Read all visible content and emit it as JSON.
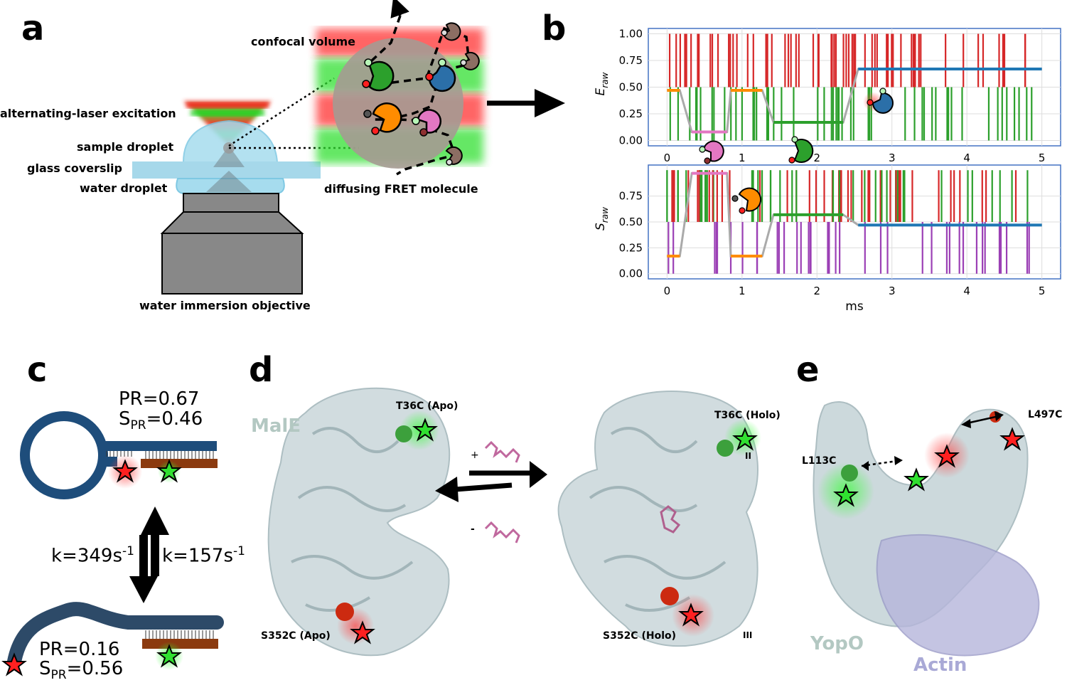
{
  "panels": {
    "a": "a",
    "b": "b",
    "c": "c",
    "d": "d",
    "e": "e"
  },
  "panel_a": {
    "confocal_volume": "confocal volume",
    "alex": "alternating-laser excitation",
    "sample_droplet": "sample droplet",
    "glass_coverslip": "glass coverslip",
    "water_droplet": "water droplet",
    "diffusing": "diffusing FRET molecule",
    "objective": "water immersion objective"
  },
  "chart_data": [
    {
      "type": "line",
      "ylabel": "E_raw",
      "xlim": [
        -0.25,
        5.25
      ],
      "ylim": [
        -0.05,
        1.05
      ],
      "yticks": [
        "0.00",
        "0.25",
        "0.50",
        "0.75",
        "1.00"
      ],
      "xticks": [
        "0",
        "1",
        "2",
        "3",
        "4",
        "5"
      ],
      "grid": true,
      "series": [
        {
          "color": "#ff8c00",
          "x": [
            0,
            0.17
          ],
          "y": [
            0.47,
            0.47
          ]
        },
        {
          "color": "#e377c2",
          "x": [
            0.33,
            0.8
          ],
          "y": [
            0.08,
            0.08
          ]
        },
        {
          "color": "#ff8c00",
          "x": [
            0.85,
            1.27
          ],
          "y": [
            0.47,
            0.47
          ]
        },
        {
          "color": "#2ca02c",
          "x": [
            1.42,
            2.35
          ],
          "y": [
            0.17,
            0.17
          ]
        },
        {
          "color": "#1f77b4",
          "x": [
            2.55,
            5.0
          ],
          "y": [
            0.67,
            0.67
          ]
        }
      ],
      "connector_color": "#aaaaaa"
    },
    {
      "type": "line",
      "ylabel": "S_raw",
      "xlabel": "ms",
      "xlim": [
        -0.25,
        5.25
      ],
      "ylim": [
        -0.05,
        1.05
      ],
      "yticks": [
        "0.00",
        "0.25",
        "0.50",
        "0.75"
      ],
      "xticks": [
        "0",
        "1",
        "2",
        "3",
        "4",
        "5"
      ],
      "grid": true,
      "series": [
        {
          "color": "#ff8c00",
          "x": [
            0,
            0.17
          ],
          "y": [
            0.17,
            0.17
          ]
        },
        {
          "color": "#e377c2",
          "x": [
            0.33,
            0.8
          ],
          "y": [
            0.97,
            0.97
          ]
        },
        {
          "color": "#ff8c00",
          "x": [
            0.85,
            1.27
          ],
          "y": [
            0.17,
            0.17
          ]
        },
        {
          "color": "#2ca02c",
          "x": [
            1.42,
            2.35
          ],
          "y": [
            0.57,
            0.57
          ]
        },
        {
          "color": "#1f77b4",
          "x": [
            2.55,
            5.0
          ],
          "y": [
            0.47,
            0.47
          ]
        }
      ],
      "connector_color": "#aaaaaa"
    }
  ],
  "panel_c": {
    "pr_top": "PR=0.67",
    "s_top": "S",
    "s_top_sub": "PR",
    "s_top_val": "=0.46",
    "k_left": "k=349s",
    "k_left_sup": "-1",
    "k_right": "k=157s",
    "k_right_sup": "-1",
    "pr_bot": "PR=0.16",
    "s_bot": "S",
    "s_bot_sub": "PR",
    "s_bot_val": "=0.56"
  },
  "panel_d": {
    "protein": "MalE",
    "t36_apo": "T36C (Apo)",
    "s352_apo": "S352C (Apo)",
    "t36_holo": "T36C (Holo)",
    "s352_holo": "S352C (Holo)",
    "plus": "+",
    "minus": "-",
    "ii": "II",
    "iii": "III"
  },
  "panel_e": {
    "l113": "L113C",
    "l497": "L497C",
    "yopo": "YopO",
    "actin": "Actin"
  },
  "colors": {
    "red": "#e31a1c",
    "green": "#2ca02c",
    "blue": "#2b6fa8",
    "orange": "#ff8c00",
    "pink": "#e377c2",
    "purple": "#9b3fb5",
    "brown": "#8c6e63",
    "protein": "#b8c8cc",
    "actin": "#a9a9d6"
  }
}
